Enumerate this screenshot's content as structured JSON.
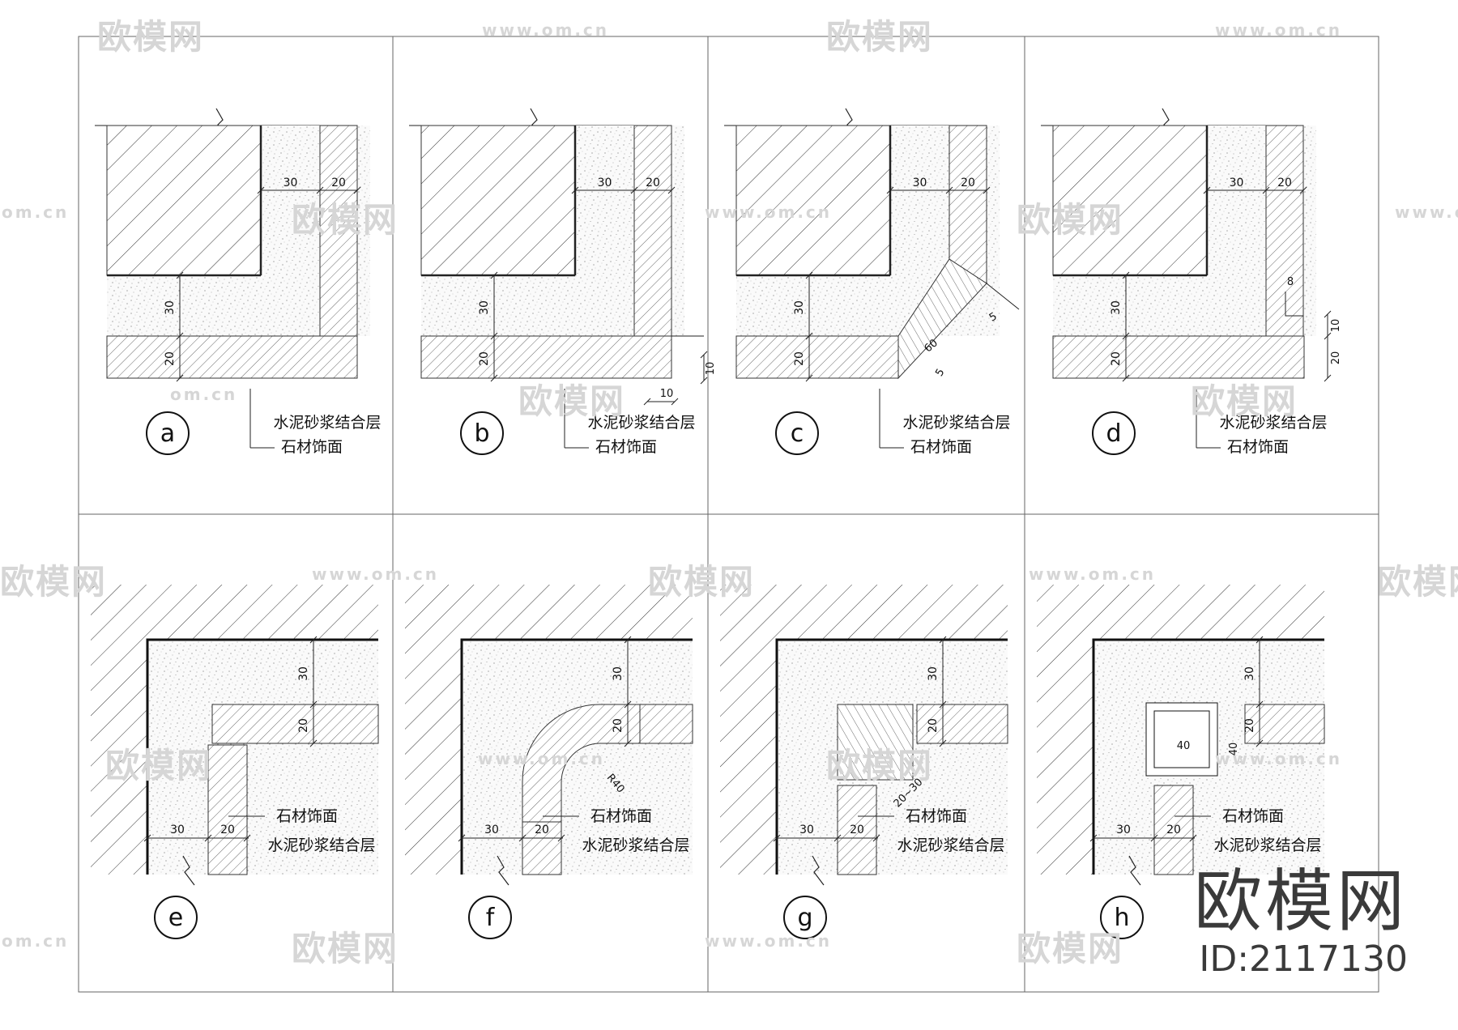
{
  "panels": [
    {
      "id": "a",
      "label": "a",
      "mortar_dim": "30",
      "stone_dim": "20"
    },
    {
      "id": "b",
      "label": "b",
      "mortar_dim": "30",
      "stone_dim": "20",
      "extra_dims": [
        "10",
        "10"
      ]
    },
    {
      "id": "c",
      "label": "c",
      "mortar_dim": "30",
      "stone_dim": "20",
      "extra_dims": [
        "5",
        "60",
        "5"
      ]
    },
    {
      "id": "d",
      "label": "d",
      "mortar_dim": "30",
      "stone_dim": "20",
      "extra_dims": [
        "8",
        "10",
        "20"
      ]
    },
    {
      "id": "e",
      "label": "e",
      "mortar_dim": "30",
      "stone_dim": "20"
    },
    {
      "id": "f",
      "label": "f",
      "mortar_dim": "30",
      "stone_dim": "20",
      "extra_dims": [
        "R40"
      ]
    },
    {
      "id": "g",
      "label": "g",
      "mortar_dim": "30",
      "stone_dim": "20",
      "extra_dims": [
        "20~30"
      ]
    },
    {
      "id": "h",
      "label": "h",
      "mortar_dim": "30",
      "stone_dim": "20",
      "extra_dims": [
        "40",
        "40"
      ]
    }
  ],
  "callouts": {
    "mortar": "水泥砂浆结合层",
    "stone": "石材饰面"
  },
  "watermark": {
    "logo": "欧模网",
    "url": "www.om.cn",
    "short_url": "om.cn"
  },
  "brand": {
    "name": "欧模网",
    "id": "ID:2117130"
  }
}
